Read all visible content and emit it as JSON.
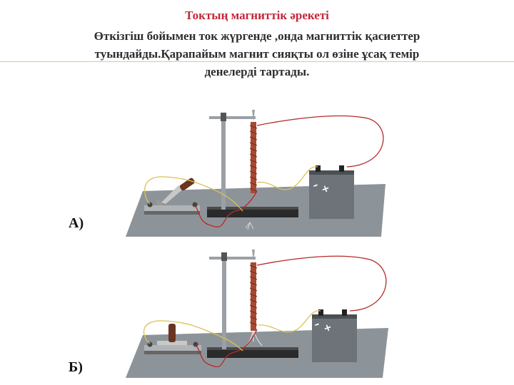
{
  "slide": {
    "title": "Токтың магниттік әрекеті",
    "body_lines": [
      "Өткізгіш бойымен ток жүргенде ,онда магниттік қасиеттер",
      "туындайды.Қарапайым магнит сияқты  ол өзіне ұсақ темір",
      "денелерді тартады."
    ],
    "figure_a": {
      "label": "А)",
      "switch_state": "open"
    },
    "figure_b": {
      "label": "Б)",
      "switch_state": "closed"
    },
    "battery_signs": {
      "minus": "–",
      "plus": "+"
    }
  },
  "colors": {
    "title": "#c0283a",
    "text": "#2d2d2d",
    "table_top": "#8d9499",
    "wire_red": "#b52a2a",
    "wire_yellow": "#d9c256",
    "coil": "#a84a32",
    "accent_line": "#e8c48a"
  }
}
